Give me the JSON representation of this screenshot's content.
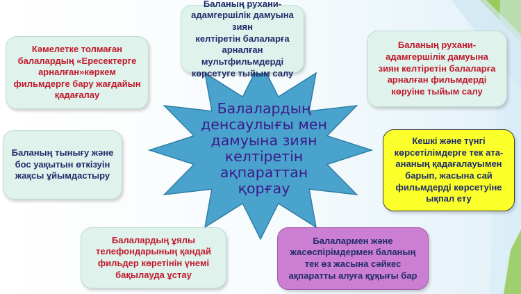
{
  "colors": {
    "star_fill": "#4aa3cc",
    "star_border": "#2f7ea4",
    "box_mint": "#dff2ec",
    "box_yellow": "#fbff2a",
    "box_violet": "#cc7fd2",
    "text_red": "#c0192b",
    "text_navy": "#1f2c6b",
    "center_text": "#3c1a8c",
    "accent_green": "#8cc63f"
  },
  "center": {
    "text": "Балалардың\nденсаулығы мен\nдамуына зиян\nкелтіретін\nақпараттан қорғау"
  },
  "boxes": {
    "top_center": "Баланың рухани-\nадамгершілік дамуына зиян\nкелтіретін балаларға\nарналған мультфильмдерді\nкөрсетуге тыйым салу",
    "top_left": "Кәмелетке толмаған\nбалалардың «Ересектерге\nарналған»көркем\nфильмдерге бару жағдайын\nқадағалау",
    "top_right": "Баланың рухани-\nадамгершілік дамуына\nзиян келтіретін балаларға\nарналған фильмдерді\nкөруіне тыйым салу",
    "mid_left": "Баланың тынығу және\nбос уақытын өткізуін\nжақсы ұйымдастыру",
    "mid_right": "Кешкі және түнгі\nкөрсетілімдерге тек ата-\nананың қадағалауымен\nбарып, жасына сай\nфильмдерді көрсетуіне\nықпал ету",
    "bottom_left": "Балалардың ұялы\nтелефондарының қандай\nфильдер көретінін үнемі\nбақылауда ұстау",
    "bottom_right": "Балалармен және\nжасөспірімдермен баланың\nтек өз жасына сәйкес\nақпаратты алуға құқығы бар"
  }
}
